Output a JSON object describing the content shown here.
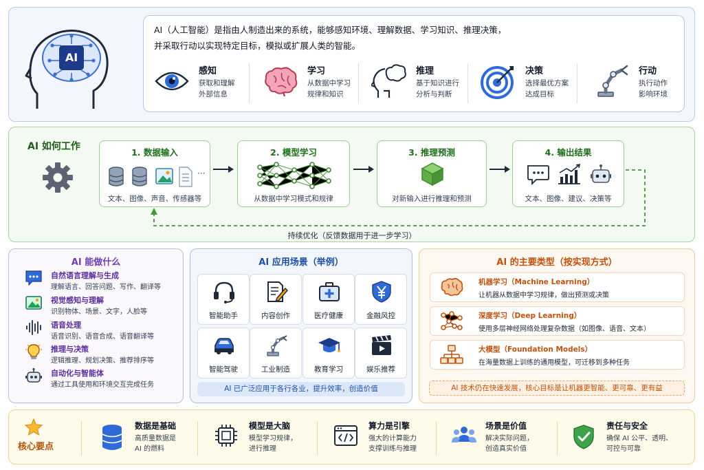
{
  "intro": {
    "definition_line1": "AI（人工智能）是指由人制造出来的系统，能够感知环境、理解数据、学习知识、推理决策，",
    "definition_line2": "并采取行动以实现特定目标，模拟或扩展人类的智能。",
    "brain_badge": "AI",
    "concepts": [
      {
        "title": "感知",
        "desc1": "获取和理解",
        "desc2": "外部信息",
        "icon": "eye-icon"
      },
      {
        "title": "学习",
        "desc1": "从数据中学习",
        "desc2": "规律和知识",
        "icon": "brain-icon"
      },
      {
        "title": "推理",
        "desc1": "基于知识进行",
        "desc2": "分析与判断",
        "icon": "thinking-head-icon"
      },
      {
        "title": "决策",
        "desc1": "选择最优方案",
        "desc2": "达成目标",
        "icon": "target-icon"
      },
      {
        "title": "行动",
        "desc1": "执行动作",
        "desc2": "影响环境",
        "icon": "robot-arm-icon"
      }
    ]
  },
  "workflow": {
    "title": "AI 如何工作",
    "steps": [
      {
        "title": "1. 数据输入",
        "desc": "文本、图像、声音、传感器等"
      },
      {
        "title": "2. 模型学习",
        "desc": "从数据中学习模式和规律"
      },
      {
        "title": "3. 推理预测",
        "desc": "对新输入进行推理和预测"
      },
      {
        "title": "4. 输出结果",
        "desc": "文本、图像、建议、决策等"
      }
    ],
    "ellipsis": "···",
    "loop_label": "持续优化（反馈数据用于进一步学习）"
  },
  "capabilities": {
    "title": "AI 能做什么",
    "items": [
      {
        "title": "自然语言理解与生成",
        "desc": "理解语言、回答问题、写作、翻译等",
        "icon": "chat-icon"
      },
      {
        "title": "视觉感知与理解",
        "desc": "识别物体、场景、文字，人脸等",
        "icon": "image-icon"
      },
      {
        "title": "语音处理",
        "desc": "语音识别、语音合成、语音翻译等",
        "icon": "waveform-icon"
      },
      {
        "title": "推理与决策",
        "desc": "逻辑推理、规划决策、推荐排序等",
        "icon": "lightbulb-icon"
      },
      {
        "title": "自动化与智能体",
        "desc": "通过工具使用和环境交互完成任务",
        "icon": "robot-icon"
      }
    ]
  },
  "applications": {
    "title": "AI 应用场景（举例）",
    "items": [
      {
        "label": "智能助手",
        "icon": "headset-icon"
      },
      {
        "label": "内容创作",
        "icon": "document-pen-icon"
      },
      {
        "label": "医疗健康",
        "icon": "medical-kit-icon"
      },
      {
        "label": "金融风控",
        "icon": "yen-icon"
      },
      {
        "label": "智能驾驶",
        "icon": "car-icon"
      },
      {
        "label": "工业制造",
        "icon": "robot-arm-icon"
      },
      {
        "label": "教育学习",
        "icon": "graduation-cap-icon"
      },
      {
        "label": "娱乐推荐",
        "icon": "clapperboard-icon"
      }
    ],
    "footer": "AI 已广泛应用于各行各业，提升效率，创造价值"
  },
  "types": {
    "title": "AI 的主要类型（按实现方式）",
    "items": [
      {
        "title": "机器学习（Machine Learning）",
        "desc": "让机器从数据中学习规律，做出预测或决策",
        "icon": "brain-icon"
      },
      {
        "title": "深度学习（Deep Learning）",
        "desc": "使用多层神经网络处理复杂数据（如图像、语音、文本）",
        "icon": "neural-network-icon"
      },
      {
        "title": "大模型（Foundation Models）",
        "desc": "在海量数据上训练的通用模型，可迁移到多种任务",
        "icon": "hierarchy-icon"
      }
    ],
    "footer": "AI 技术仍在快速发展，核心目标是让机器更智能、更可靠、更有益"
  },
  "key_points": {
    "label": "核心要点",
    "items": [
      {
        "title": "数据是基础",
        "desc1": "高质量数据是",
        "desc2": "AI 的燃料",
        "icon": "database-icon"
      },
      {
        "title": "模型是大脑",
        "desc1": "模型学习规律，",
        "desc2": "进行推理",
        "icon": "chip-icon"
      },
      {
        "title": "算力是引擎",
        "desc1": "强大的计算能力",
        "desc2": "支撑训练与推理",
        "icon": "code-window-icon"
      },
      {
        "title": "场景是价值",
        "desc1": "解决实际问题，",
        "desc2": "创造真实价值",
        "icon": "people-icon"
      },
      {
        "title": "责任与安全",
        "desc1": "确保 AI 公平、透明、",
        "desc2": "可控与可靠",
        "icon": "shield-check-icon"
      }
    ]
  },
  "colors": {
    "blue_panel": "#f3f7fd",
    "green_panel": "#f3faf1",
    "purple_panel": "#faf7fd",
    "orange_panel": "#fff8f1",
    "yellow_panel": "#fffbeb",
    "accent_blue": "#1d4fa3",
    "accent_green": "#1e6f1a",
    "accent_purple": "#6d3fb0",
    "accent_orange": "#c2510e"
  }
}
